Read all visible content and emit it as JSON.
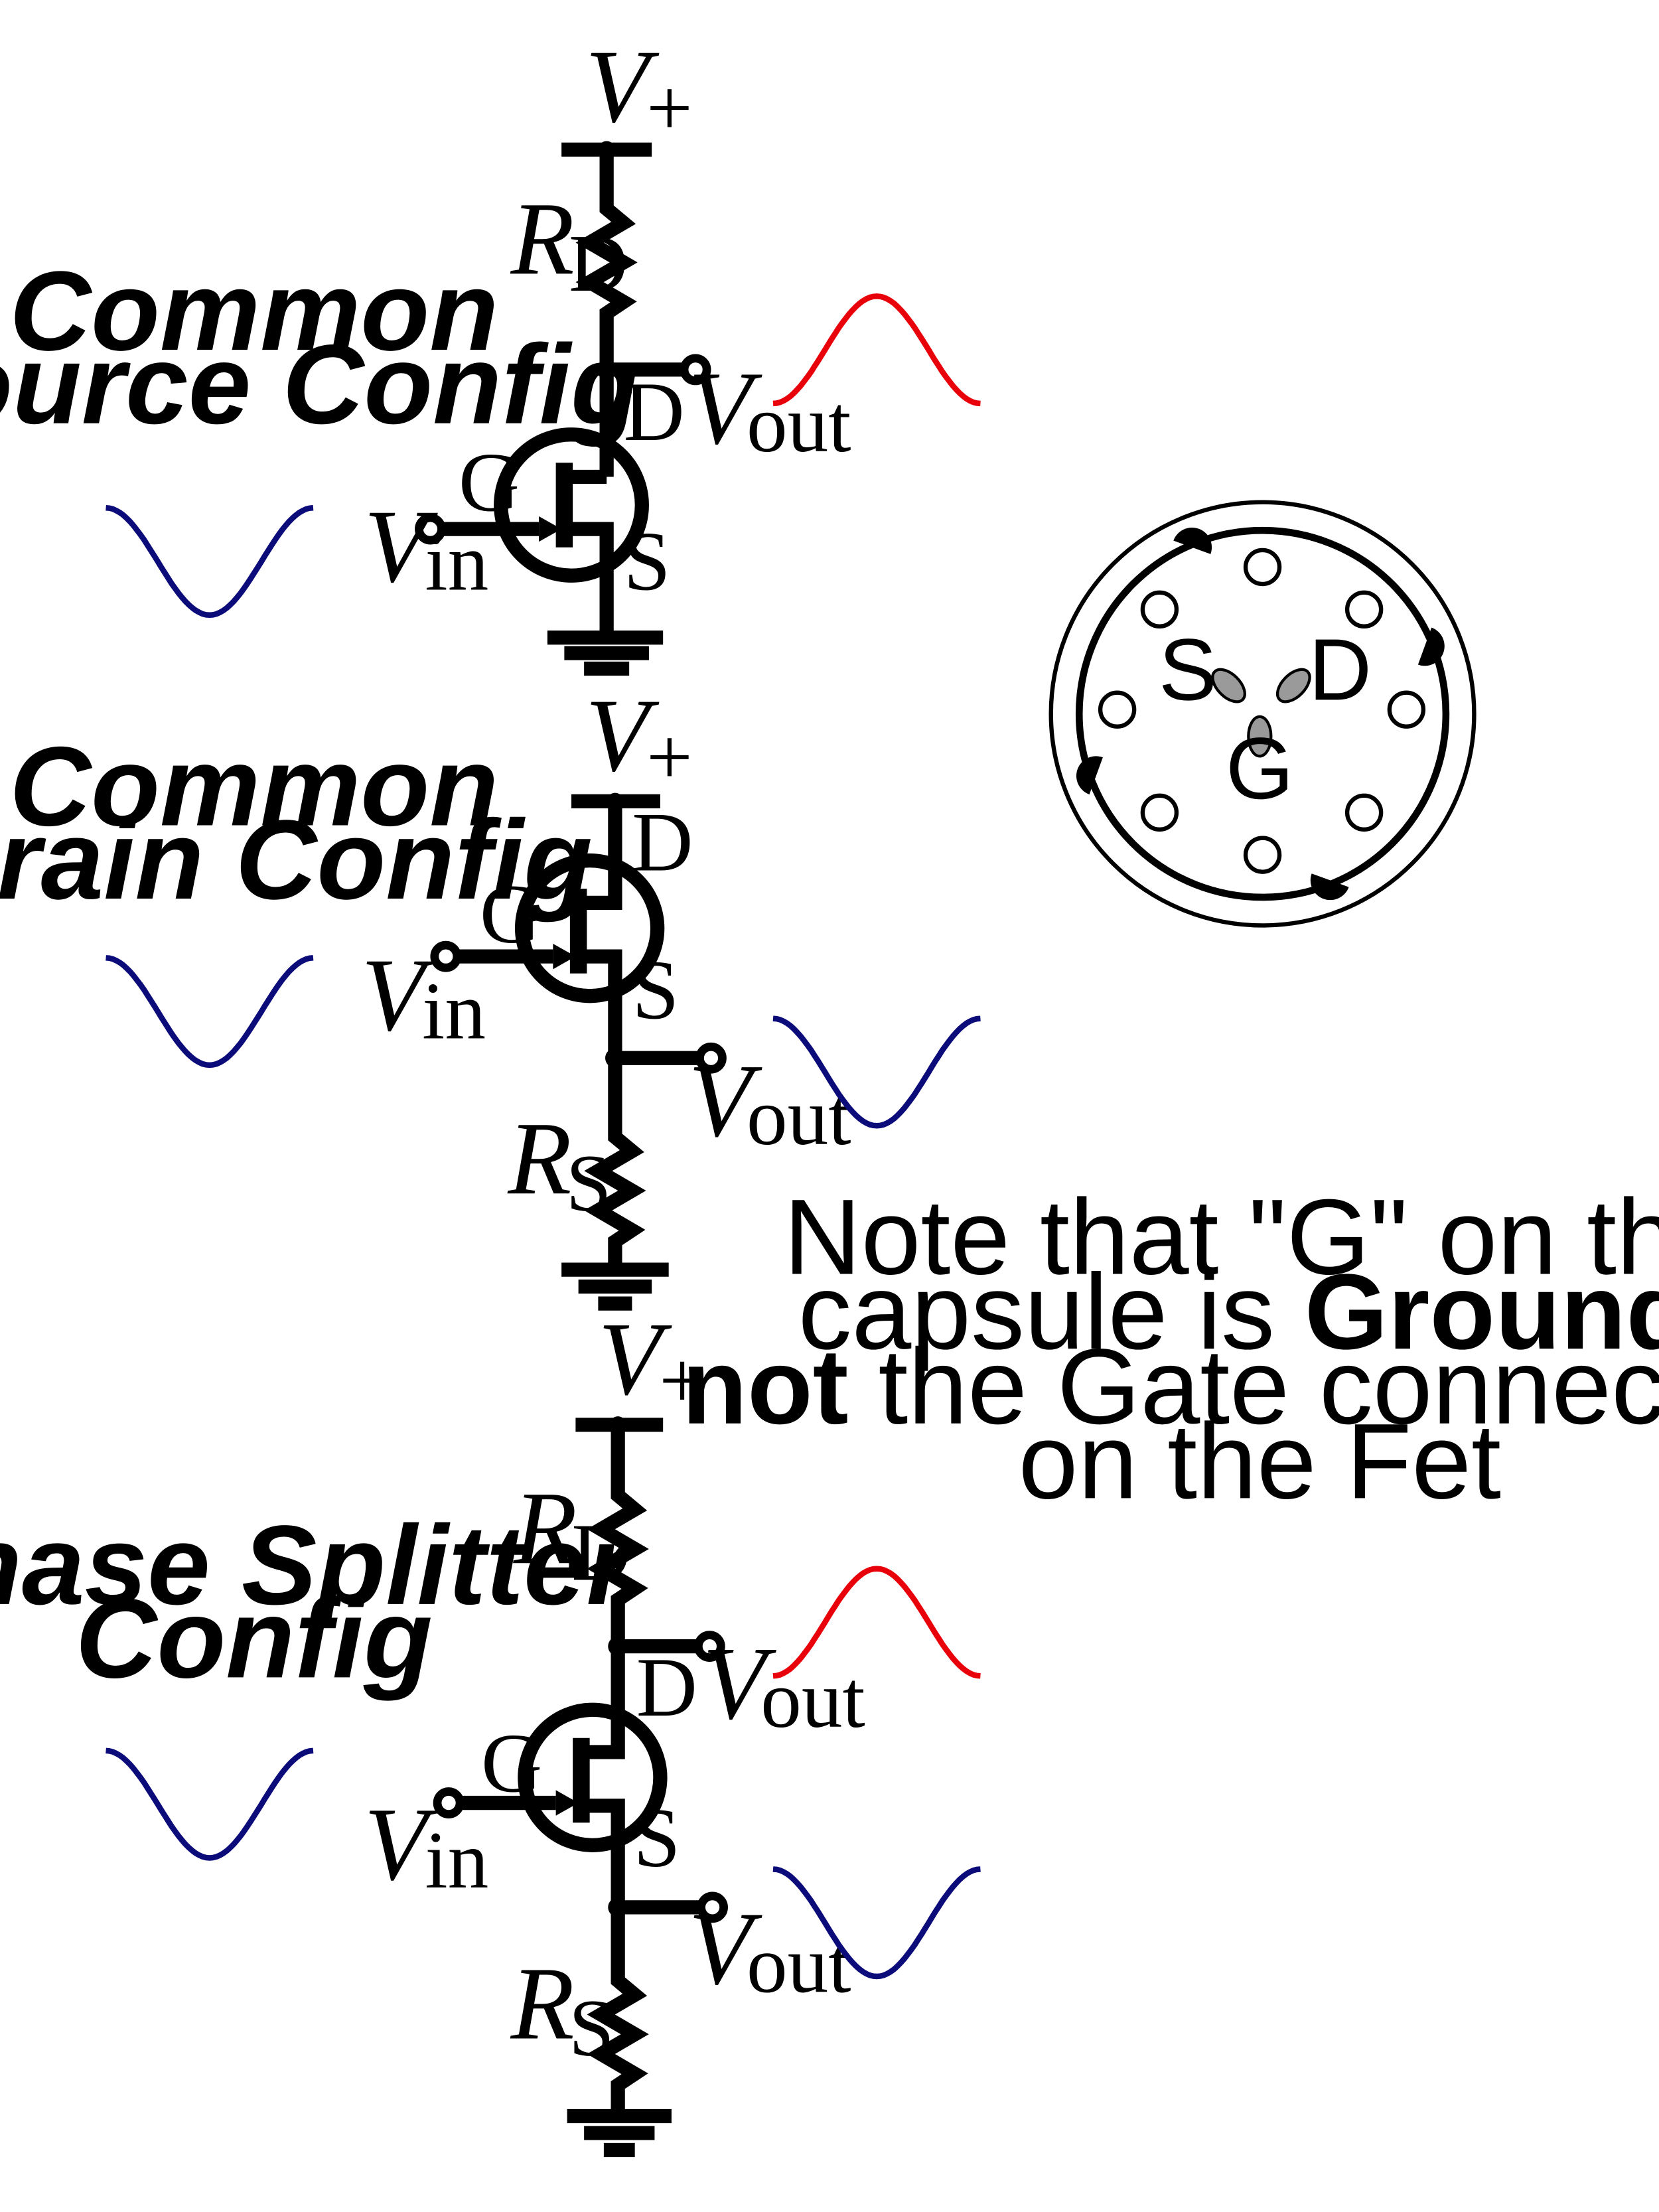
{
  "colors": {
    "in_wave": "#0b0b7a",
    "out_wave_inverted": "#e8000a",
    "out_wave_follower": "#0b0b7a",
    "capsule_pad": "#9a9a9a"
  },
  "labels": {
    "v_sym": "V",
    "r_sym": "R",
    "plus": "+",
    "in": "in",
    "out": "out",
    "D": "D",
    "S": "S",
    "G": "G"
  },
  "circuits": {
    "common_source": {
      "title_line1": "Common",
      "title_line2": "Source Config"
    },
    "common_drain": {
      "title_line1": "Common",
      "title_line2": "Drain Config"
    },
    "phase_splitter": {
      "title_line1": "Phase Splitter",
      "title_line2": "Config"
    }
  },
  "capsule": {
    "label_s": "S",
    "label_d": "D",
    "label_g": "G"
  },
  "note": {
    "line1": "Note that \"G\" on the",
    "line2_normal": "capsule is ",
    "line2_bold": "Ground,",
    "line3_bold": "not",
    "line3_normal": " the Gate connection",
    "line4": "on the Fet"
  }
}
